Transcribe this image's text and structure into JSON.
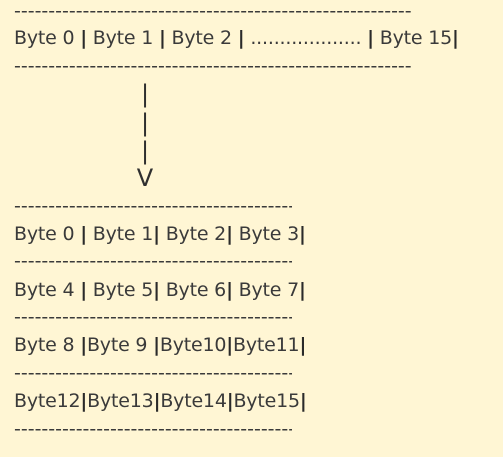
{
  "top": {
    "dash_line": "----------------------------------------------------------",
    "row_text": "Byte 0 | Byte 1 | Byte 2 | ................... | Byte 15|"
  },
  "arrow": {
    "shaft": "|",
    "head": "V"
  },
  "grid": {
    "dash_line": "-----------------------------------------",
    "rows": [
      "Byte 0 | Byte 1| Byte 2| Byte 3|",
      "Byte 4 | Byte 5| Byte 6| Byte 7|",
      "Byte 8 |Byte 9 |Byte10|Byte11|",
      "Byte12|Byte13|Byte14|Byte15|"
    ]
  }
}
